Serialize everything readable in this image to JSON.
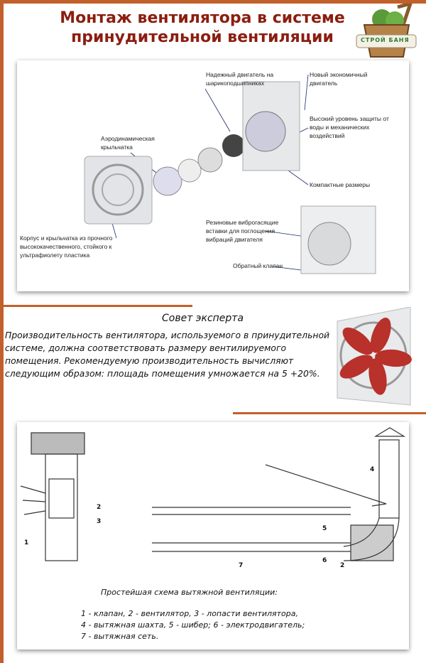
{
  "header": {
    "title_line1": "Монтаж вентилятора в системе",
    "title_line2": "принудительной вентиляции",
    "logo_text": "СТРОЙ БАНЯ"
  },
  "diagram": {
    "labels": [
      "Надежный двигатель на шарикоподшипниках",
      "Новый экономичный двигатель",
      "Высокий уровень защиты от воды и механических воздействий",
      "Аэродинамическая крыльчатка",
      "Компактные размеры",
      "Резиновые виброгасящие вставки для поглощения вибраций двигателя",
      "Корпус и крыльчатка из прочного высококачественного, стойкого к ультрафиолету пластика",
      "Обратный клапан"
    ]
  },
  "tip": {
    "heading": "Совет эксперта",
    "text": "Производительность вентилятора, используемого в принудительной системе, должна соответствовать размеру вентилируемого помещения. Рекомендуемую производительность вычисляют следующим образом: площадь помещения умножается на 5 +20%."
  },
  "scheme": {
    "numbers": [
      "1",
      "2",
      "3",
      "4",
      "5",
      "6",
      "2",
      "7"
    ],
    "caption_title": "Простейшая схема вытяжной вентиляции:",
    "legend": [
      "1 - клапан, 2 - вентилятор, 3 - лопасти вентилятора,",
      "4 - вытяжная шахта, 5 - шибер; 6 - электродвигатель;",
      "7 - вытяжная сеть."
    ]
  },
  "colors": {
    "accent": "#c1602b",
    "title": "#8b1e10"
  }
}
